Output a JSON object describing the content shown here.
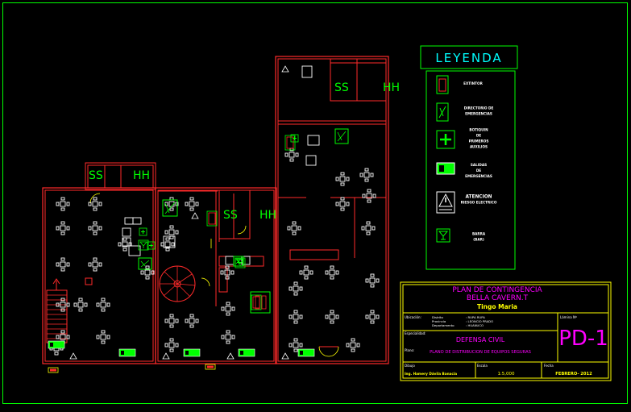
{
  "legend": {
    "title": "LEYENDA",
    "items": [
      {
        "icon": "extinguisher-icon",
        "lines": [
          "EXTINTOR"
        ]
      },
      {
        "icon": "emergency-directory-icon",
        "lines": [
          "DIRECTORIO DE",
          "EMERGENCIAS"
        ]
      },
      {
        "icon": "first-aid-icon",
        "lines": [
          "BOTIQUIN",
          "DE",
          "PRIMEROS",
          "AUXILIOS"
        ]
      },
      {
        "icon": "emergency-exit-icon",
        "lines": [
          "SALIDAS",
          "DE",
          "EMERGENCIAS"
        ]
      },
      {
        "icon": "warning-triangle-icon",
        "lines": [
          "ATENCION",
          "RIESGO ELECTRICO"
        ]
      },
      {
        "icon": "bar-glass-icon",
        "lines": [
          "BARRA",
          "(BAR)"
        ]
      }
    ]
  },
  "plan": {
    "labels": {
      "ss": "SS",
      "hh": "HH"
    }
  },
  "title_block": {
    "title_line1": "PLAN DE CONTINGENCIA",
    "title_line2": "BELLA CAVERN.T",
    "title_line3": "Tingo Maria",
    "location_label": "Ubicación:",
    "location_rows": [
      {
        "key": "Distrito",
        "value": ": RUPA RUPA"
      },
      {
        "key": "Provincia",
        "value": ": LEONCIO PRADO"
      },
      {
        "key": "Departamento",
        "value": ": HUANUCO"
      }
    ],
    "sheet_label": "Lámina Nº",
    "sheet_number": "PD-1",
    "specialty_label": "Especialidad:",
    "specialty": "DEFENSA CIVIL",
    "plan_label": "Plano:",
    "plan_name": "PLANO DE DISTRIBUCION DE EQUIPOS SEGURAS",
    "drawing_label": "Dibujo",
    "drawing_by": "Ing. Hamery Dávila Banacia",
    "scale_label": "Escala",
    "scale": "1:5,000",
    "date_label": "Fecha",
    "date": "FEBRERO- 2012"
  },
  "colors": {
    "background": "#000000",
    "frame": "#00ff00",
    "walls": "#ff2a2a",
    "yellow": "#ffff00",
    "magenta": "#ff00ff",
    "white": "#ffffff",
    "legend_title": "#00ffff"
  }
}
